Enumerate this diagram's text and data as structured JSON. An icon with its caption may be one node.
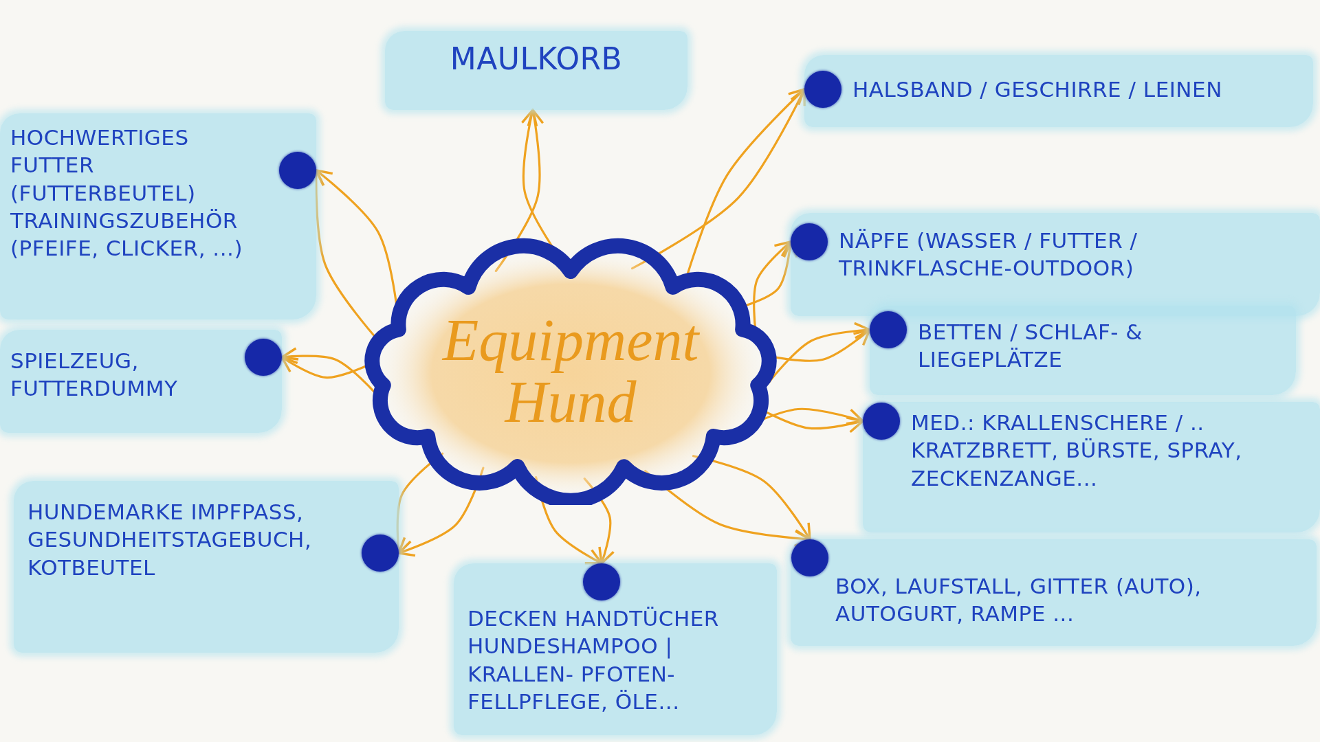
{
  "diagram": {
    "nodes": [
      {
        "text": [
          "Equipment Hund"
        ]
      },
      {
        "text": [
          "MAULKORB"
        ]
      },
      {
        "text": [
          "HALSBAND / GESCHIRRE / LEINEN"
        ]
      },
      {
        "text": [
          "NÄPFE (WASSER / FUTTER / TRINKFLASCHE-OUTDOOR)"
        ]
      },
      {
        "text": [
          "BETTEN / SCHLAF- & LIEGEPLÄTZE"
        ]
      },
      {
        "text": [
          "MED.: KRALLENSCHERE / .. KRATZBRETT, BÜRSTE, SPRAY, ZECKENZANGE..."
        ]
      },
      {
        "text": [
          "BOX, LAUFSTALL, GITTER (AUTO), AUTOGURT, RAMPE ..."
        ]
      },
      {
        "text": [
          "DECKEN HANDTÜCHER HUNDESHAMPOO | KRALLEN- PFOTEN- FELLPFLEGE, ÖLE..."
        ]
      },
      {
        "text": [
          "HUNDEMARKE IMPFPASS, GESUNDHEITSTAGEBUCH, KOTBEUTEL"
        ]
      },
      {
        "text": [
          "HOCHWERTIGES FUTTER (FUTTERBEUTEL) TRAININGSZUBEHÖR (PFEIFE, CLICKER, ...)"
        ]
      },
      {
        "text": [
          "SPIELZEUG, FUTTERDUMMY"
        ]
      }
    ],
    "edges": [
      {
        "from": 0,
        "to": 1,
        "arrow": "to"
      },
      {
        "from": 0,
        "to": 1,
        "arrow": "to"
      },
      {
        "from": 0,
        "to": 2,
        "arrow": "to"
      },
      {
        "from": 0,
        "to": 2,
        "arrow": "to"
      },
      {
        "from": 0,
        "to": 3,
        "arrow": "to"
      },
      {
        "from": 0,
        "to": 3,
        "arrow": "to"
      },
      {
        "from": 0,
        "to": 4,
        "arrow": "to"
      },
      {
        "from": 0,
        "to": 4,
        "arrow": "to"
      },
      {
        "from": 0,
        "to": 5,
        "arrow": "to"
      },
      {
        "from": 0,
        "to": 5,
        "arrow": "to"
      },
      {
        "from": 0,
        "to": 6,
        "arrow": "to"
      },
      {
        "from": 0,
        "to": 6,
        "arrow": "to"
      },
      {
        "from": 0,
        "to": 7,
        "arrow": "to"
      },
      {
        "from": 0,
        "to": 7,
        "arrow": "to"
      },
      {
        "from": 0,
        "to": 8,
        "arrow": "to"
      },
      {
        "from": 0,
        "to": 8,
        "arrow": "to"
      },
      {
        "from": 0,
        "to": 9,
        "arrow": "to"
      },
      {
        "from": 0,
        "to": 9,
        "arrow": "to"
      },
      {
        "from": 0,
        "to": 10,
        "arrow": "to"
      },
      {
        "from": 0,
        "to": 10,
        "arrow": "to"
      }
    ]
  }
}
